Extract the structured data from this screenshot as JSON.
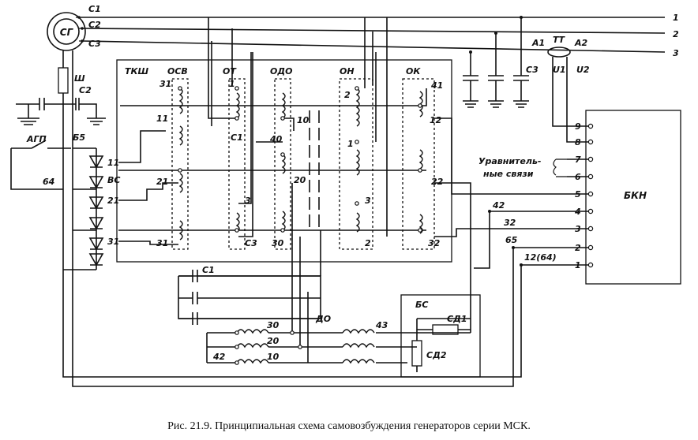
{
  "caption": "Рис. 21.9. Принципиальная схема самовозбуждения генераторов серии МСК.",
  "labels": {
    "generator": "СГ",
    "c1": "С1",
    "c2": "С2",
    "c3": "С3",
    "out1": "1",
    "out2": "2",
    "out3": "3",
    "shunt": "Ш",
    "cap_c2": "С2",
    "agp": "АГП",
    "b5": "Б5",
    "b64": "64",
    "vs": "ВС",
    "b11": "11",
    "b21": "21",
    "b31": "31",
    "tksh": "ТКШ",
    "osv": "ОСВ",
    "osv31": "31",
    "osv11": "11",
    "osv21": "21",
    "osv31b": "31",
    "ot": "ОТ",
    "ot1": "1",
    "ot_c1": "С1",
    "ot3": "3",
    "ot_c3": "С3",
    "odo": "ОДО",
    "odo10": "10",
    "odo40": "40",
    "odo20": "20",
    "odo30": "30",
    "on": "ОН",
    "on2": "2",
    "on1": "1",
    "on3": "3",
    "on2b": "2",
    "ok": "ОК",
    "ok41": "41",
    "ok12": "12",
    "ok22": "22",
    "ok32": "32",
    "a1": "А1",
    "tt": "ТТ",
    "a2": "А2",
    "u1": "U1",
    "u2": "U2",
    "c3cap": "С3",
    "eq1": "Уравнитель-",
    "eq2": "ные связи",
    "bkn": "БКН",
    "bkn9": "9",
    "bkn8": "8",
    "bkn7": "7",
    "bkn6": "6",
    "bkn5": "5",
    "bkn4": "4",
    "bkn3": "3",
    "bkn2": "2",
    "bkn1": "1",
    "w42": "42",
    "w32": "32",
    "w65": "65",
    "w12_64": "12(64)",
    "c1bank": "С1",
    "do": "ДО",
    "d30": "30",
    "d20": "20",
    "d10": "10",
    "d42": "42",
    "d43": "43",
    "bs": "БС",
    "sd1": "СД1",
    "sd2": "СД2"
  }
}
